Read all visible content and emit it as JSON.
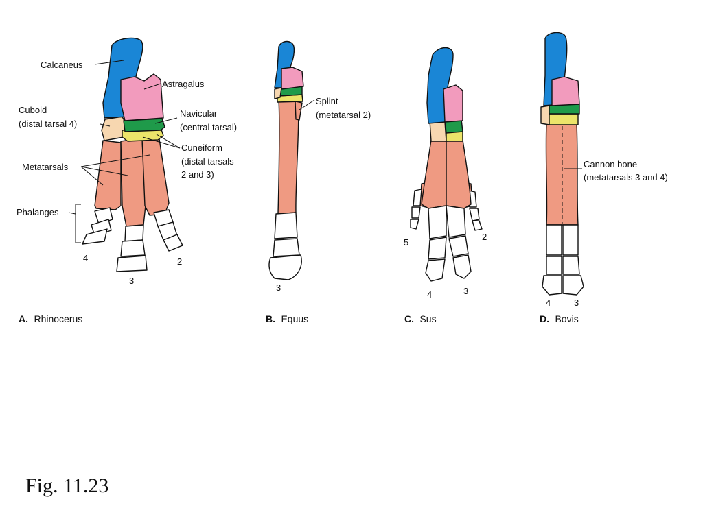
{
  "colors": {
    "calcaneus": "#1a86d6",
    "astragalus": "#f29bbd",
    "navicular": "#1f9a4a",
    "cuneiform": "#ece46a",
    "cuboid": "#f7d7b0",
    "metatarsal": "#ef9a82",
    "phalanx": "#ffffff"
  },
  "labels": {
    "calcaneus": "Calcaneus",
    "astragalus": "Astragalus",
    "cuboid_line1": "Cuboid",
    "cuboid_line2": "(distal tarsal 4)",
    "navicular_line1": "Navicular",
    "navicular_line2": "(central tarsal)",
    "cuneiform_line1": "Cuneiform",
    "cuneiform_line2": "(distal tarsals",
    "cuneiform_line3": "2 and 3)",
    "metatarsals": "Metatarsals",
    "phalanges": "Phalanges",
    "splint_line1": "Splint",
    "splint_line2": "(metatarsal 2)",
    "cannon_line1": "Cannon bone",
    "cannon_line2": "(metatarsals 3 and 4)"
  },
  "digits": {
    "rhino_4": "4",
    "rhino_3": "3",
    "rhino_2": "2",
    "equus_3": "3",
    "sus_5": "5",
    "sus_2": "2",
    "sus_4": "4",
    "sus_3": "3",
    "bovis_4": "4",
    "bovis_3": "3"
  },
  "captions": {
    "a_letter": "A.",
    "a_name": "Rhinocerus",
    "b_letter": "B.",
    "b_name": "Equus",
    "c_letter": "C.",
    "c_name": "Sus",
    "d_letter": "D.",
    "d_name": "Bovis"
  },
  "figure_number": "Fig. 11.23"
}
